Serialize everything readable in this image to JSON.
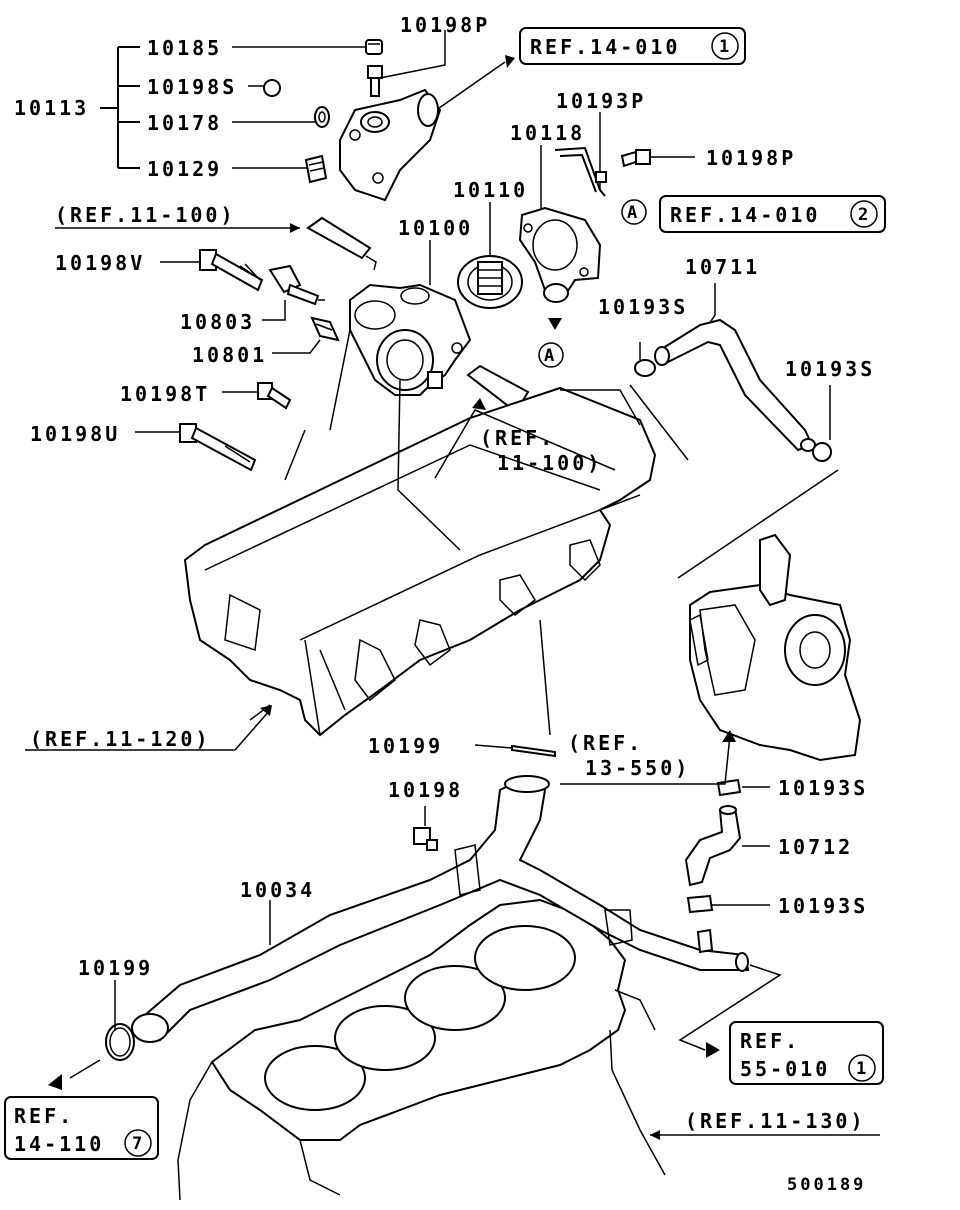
{
  "diagram": {
    "part_labels": {
      "p10185": "10185",
      "p10198P_top": "10198P",
      "p10198S": "10198S",
      "p10113": "10113",
      "p10178": "10178",
      "p10129": "10129",
      "p10193P": "10193P",
      "p10118": "10118",
      "p10198P_right": "10198P",
      "p10110": "10110",
      "p10100": "10100",
      "p10198V": "10198V",
      "p10711": "10711",
      "p10803": "10803",
      "p10193S_a": "10193S",
      "p10801": "10801",
      "p10193S_b": "10193S",
      "p10198T": "10198T",
      "p10198U": "10198U",
      "p10199_mid": "10199",
      "p10193S_c": "10193S",
      "p10198": "10198",
      "p10712": "10712",
      "p10034": "10034",
      "p10193S_d": "10193S",
      "p10199_low": "10199"
    },
    "refs": {
      "ref_14_010_1": {
        "text": "REF.14-010",
        "circle": "1"
      },
      "ref_14_010_2": {
        "text": "REF.14-010",
        "circle": "2"
      },
      "ref_11_100_top": "(REF.11-100)",
      "ref_11_100_mid_line1": "(REF.",
      "ref_11_100_mid_line2": "11-100)",
      "ref_11_120": "(REF.11-120)",
      "ref_13_550_line1": "(REF.",
      "ref_13_550_line2": "13-550)",
      "ref_55_010": {
        "line1": "REF.",
        "line2": "55-010",
        "circle": "1"
      },
      "ref_14_110": {
        "line1": "REF.",
        "line2": "14-110",
        "circle": "7"
      },
      "ref_11_130": "(REF.11-130)"
    },
    "markers": {
      "a_upper": "A",
      "a_lower": "A"
    },
    "drawing_number": "500189"
  }
}
